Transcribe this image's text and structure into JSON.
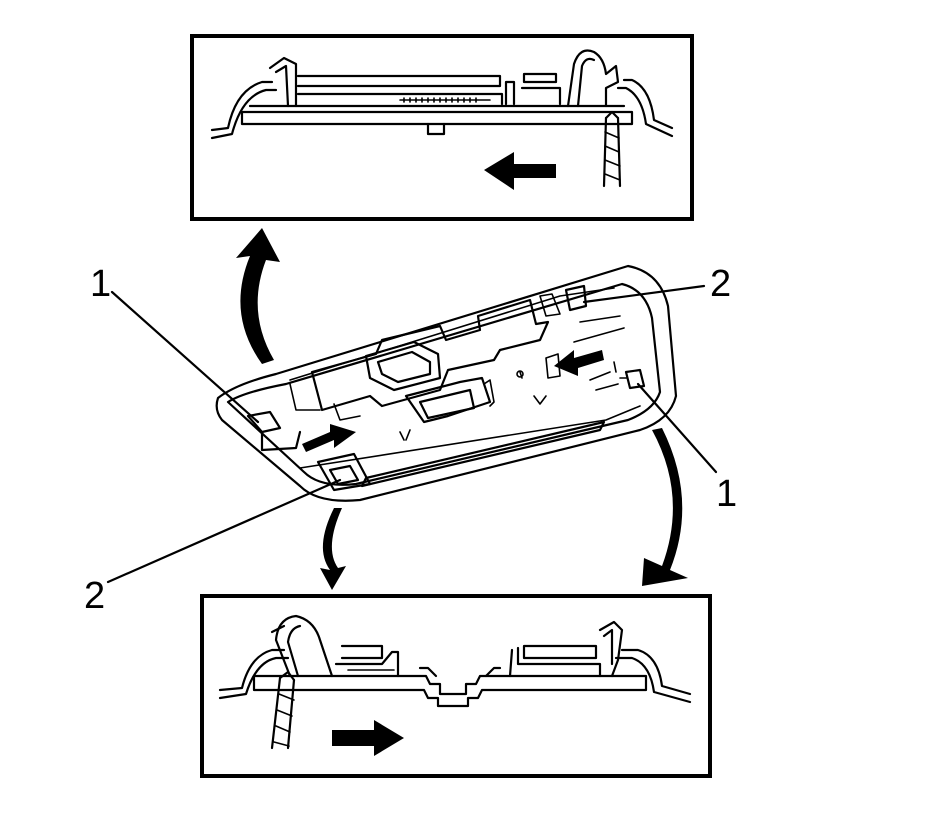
{
  "callouts": {
    "upper_left": "1",
    "upper_right": "2",
    "lower_right": "1",
    "lower_left": "2"
  },
  "arrows": {
    "top_detail_direction": "left",
    "bottom_detail_direction": "right"
  }
}
